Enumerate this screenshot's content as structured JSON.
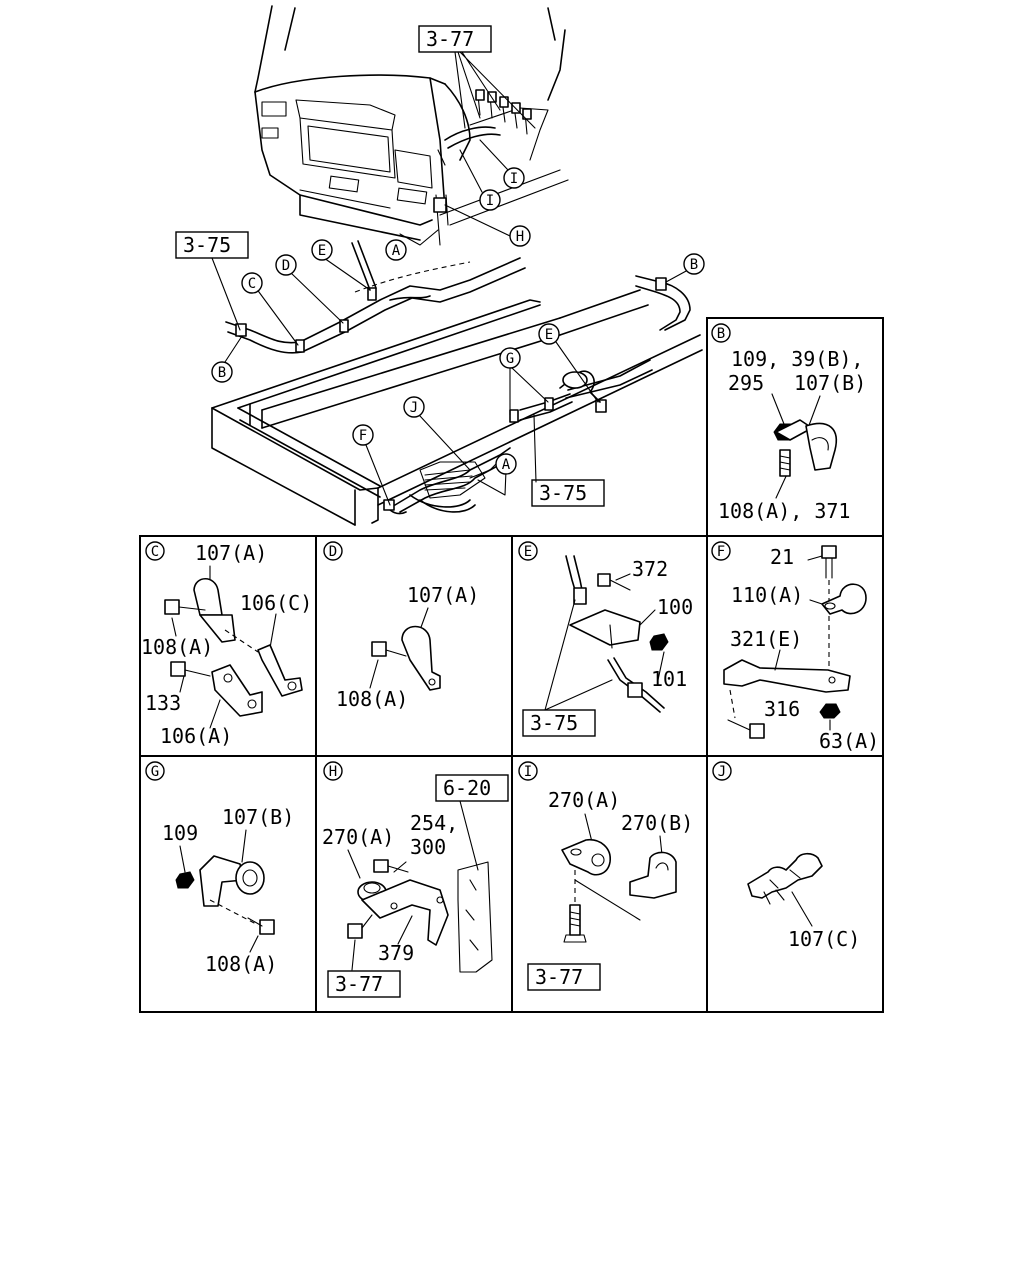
{
  "main_view": {
    "references": [
      "3-77",
      "3-75",
      "3-75"
    ],
    "callouts": [
      "I",
      "I",
      "H",
      "A",
      "B",
      "C",
      "D",
      "E",
      "B",
      "E",
      "G",
      "J",
      "F",
      "A"
    ]
  },
  "panels": {
    "B": {
      "letter": "B",
      "parts": [
        "109, 39(B),",
        "295",
        "107(B)",
        "108(A), 371"
      ]
    },
    "C": {
      "letter": "C",
      "parts": [
        "107(A)",
        "106(C)",
        "108(A)",
        "133",
        "106(A)"
      ]
    },
    "D": {
      "letter": "D",
      "parts": [
        "107(A)",
        "108(A)"
      ]
    },
    "E": {
      "letter": "E",
      "parts": [
        "372",
        "100",
        "101"
      ],
      "reference": "3-75"
    },
    "F": {
      "letter": "F",
      "parts": [
        "21",
        "110(A)",
        "321(E)",
        "316",
        "63(A)"
      ]
    },
    "G": {
      "letter": "G",
      "parts": [
        "109",
        "107(B)",
        "108(A)"
      ]
    },
    "H": {
      "letter": "H",
      "parts": [
        "270(A)",
        "254,",
        "300",
        "379"
      ],
      "references": [
        "6-20",
        "3-77"
      ]
    },
    "I": {
      "letter": "I",
      "parts": [
        "270(A)",
        "270(B)"
      ],
      "reference": "3-77"
    },
    "J": {
      "letter": "J",
      "parts": [
        "107(C)"
      ]
    }
  }
}
